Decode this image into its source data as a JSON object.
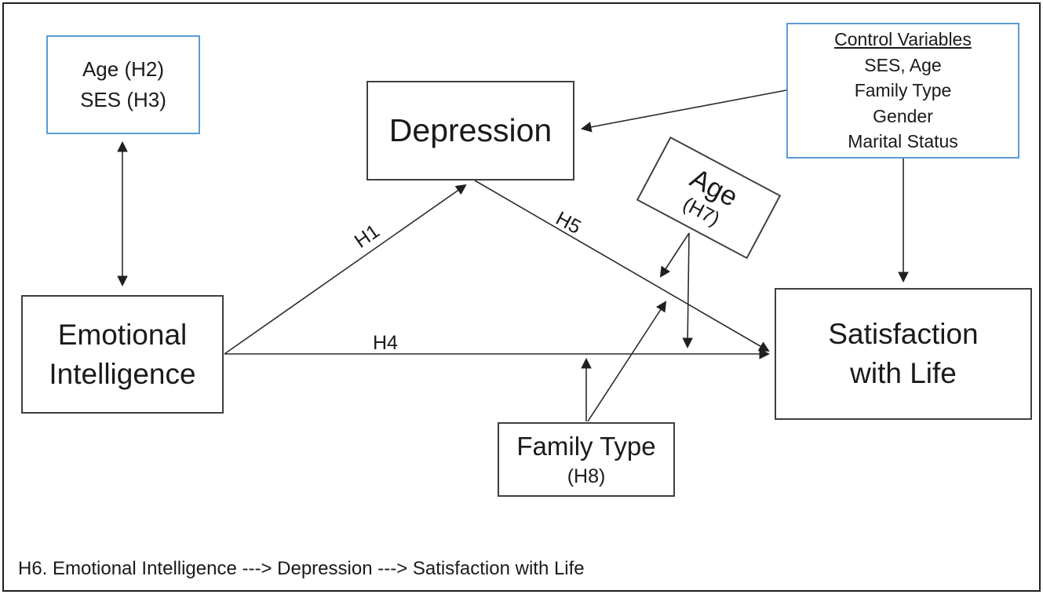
{
  "diagram": {
    "boxes": {
      "age_ses": {
        "line1": "Age (H2)",
        "line2": "SES (H3)"
      },
      "depression": {
        "label": "Depression"
      },
      "control_variables": {
        "title": "Control Variables",
        "items": [
          "SES, Age",
          "Family Type",
          "Gender",
          "Marital Status"
        ]
      },
      "emotional_intelligence": {
        "line1": "Emotional",
        "line2": "Intelligence"
      },
      "satisfaction_with_life": {
        "line1": "Satisfaction",
        "line2": "with Life"
      },
      "family_type": {
        "label": "Family Type",
        "sub": "(H8)"
      },
      "age_h7": {
        "label": "Age",
        "sub": "(H7)"
      }
    },
    "path_labels": {
      "h1": "H1",
      "h4": "H4",
      "h5": "H5"
    },
    "footnote": "H6. Emotional Intelligence ---> Depression ---> Satisfaction with Life",
    "colors": {
      "accent_blue": "#5b9bd5",
      "box_border": "#3f3f3f",
      "line": "#2b2b2b",
      "background": "#ffffff"
    }
  }
}
